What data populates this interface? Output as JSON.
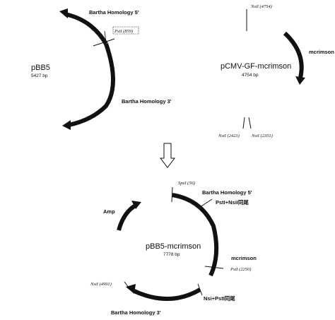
{
  "plasmid1": {
    "name": "pBB5",
    "size": "5427 bp",
    "label_h5": "Bartha Homology 5'",
    "label_h3": "Bartha Homology 3'",
    "site_psti": "PstI (859)"
  },
  "plasmid2": {
    "name": "pCMV-GF-mcrimson",
    "size": "4754 bp",
    "label_mcrimson": "mcrimson",
    "site_nsii_top": "NsiI (4754)",
    "site_nsii_a": "NsiI (2423)",
    "site_nsii_b": "NsiI (2351)"
  },
  "plasmid3": {
    "name": "pBB5-mcrimson",
    "size": "7778 bp",
    "site_spei": "SpeI (56)",
    "label_h5": "Bartha Homology 5'",
    "label_psti_nsii": "PstI+NsiI同尾",
    "label_amp": "Amp",
    "label_mcrimson": "mcrimson",
    "site_psti": "PstI (2250)",
    "site_nsii": "NsiI (4991)",
    "label_nsi_psti": "Nsi+PstI同尾",
    "label_h3": "Bartha Homology 3'"
  },
  "arrow_color": "#111111"
}
